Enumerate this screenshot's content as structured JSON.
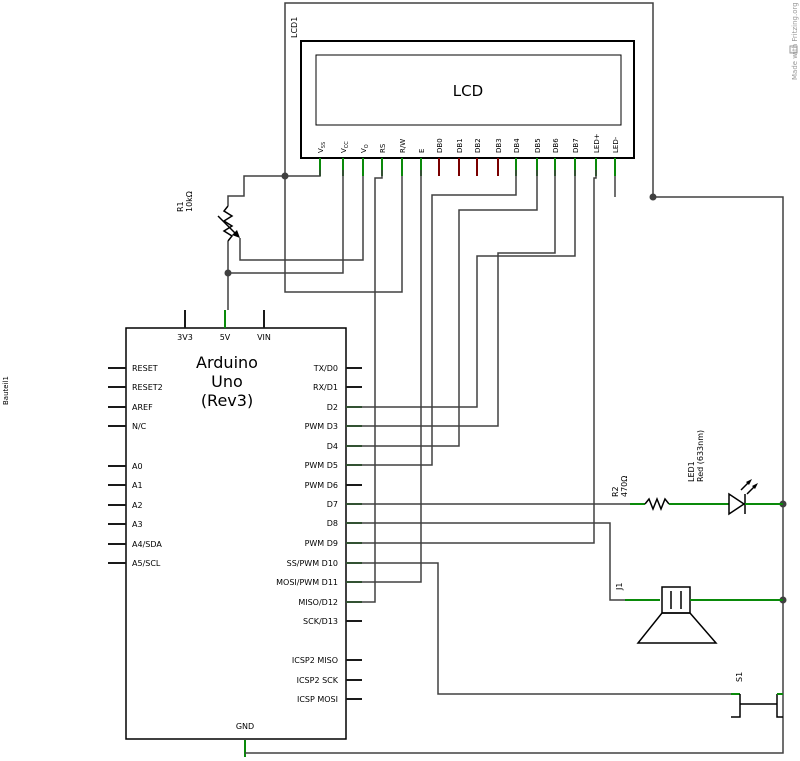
{
  "lcd": {
    "ref": "LCD1",
    "title": "LCD",
    "pins": [
      "V",
      "V",
      "V",
      "RS",
      "R/W",
      "E",
      "DB0",
      "DB1",
      "DB2",
      "DB3",
      "DB4",
      "DB5",
      "DB6",
      "DB7",
      "LED+",
      "LED-"
    ],
    "pin_subs": [
      "SS",
      "CC",
      "O",
      "",
      "",
      "",
      "",
      "",
      "",
      "",
      "",
      "",
      "",
      "",
      "",
      ""
    ]
  },
  "resistor1": {
    "ref": "R1",
    "value": "10kΩ"
  },
  "arduino": {
    "ref": "Bauteil1",
    "name_lines": [
      "Arduino",
      "Uno",
      "(Rev3)"
    ],
    "top_pins": [
      "3V3",
      "5V",
      "VIN"
    ],
    "left_pins": [
      "RESET",
      "RESET2",
      "AREF",
      "N/C",
      "A0",
      "A1",
      "A2",
      "A3",
      "A4/SDA",
      "A5/SCL"
    ],
    "right_pins": [
      "TX/D0",
      "RX/D1",
      "D2",
      "PWM D3",
      "D4",
      "PWM D5",
      "PWM D6",
      "D7",
      "D8",
      "PWM D9",
      "SS/PWM D10",
      "MOSI/PWM D11",
      "MISO/D12",
      "SCK/D13",
      "ICSP2 MISO",
      "ICSP2 SCK",
      "ICSP MOSI"
    ],
    "bottom_pin": "GND"
  },
  "resistor2": {
    "ref": "R2",
    "value": "470Ω"
  },
  "led1": {
    "ref": "LED1",
    "value": "Red (633nm)"
  },
  "speaker": {
    "ref": "J1"
  },
  "switch": {
    "ref": "S1"
  },
  "watermark": "Made with Fritzing.org",
  "colors": {
    "wire": "#404040",
    "pin_connected": "#0a8a0a",
    "pin_unconnected": "#7a0000"
  }
}
